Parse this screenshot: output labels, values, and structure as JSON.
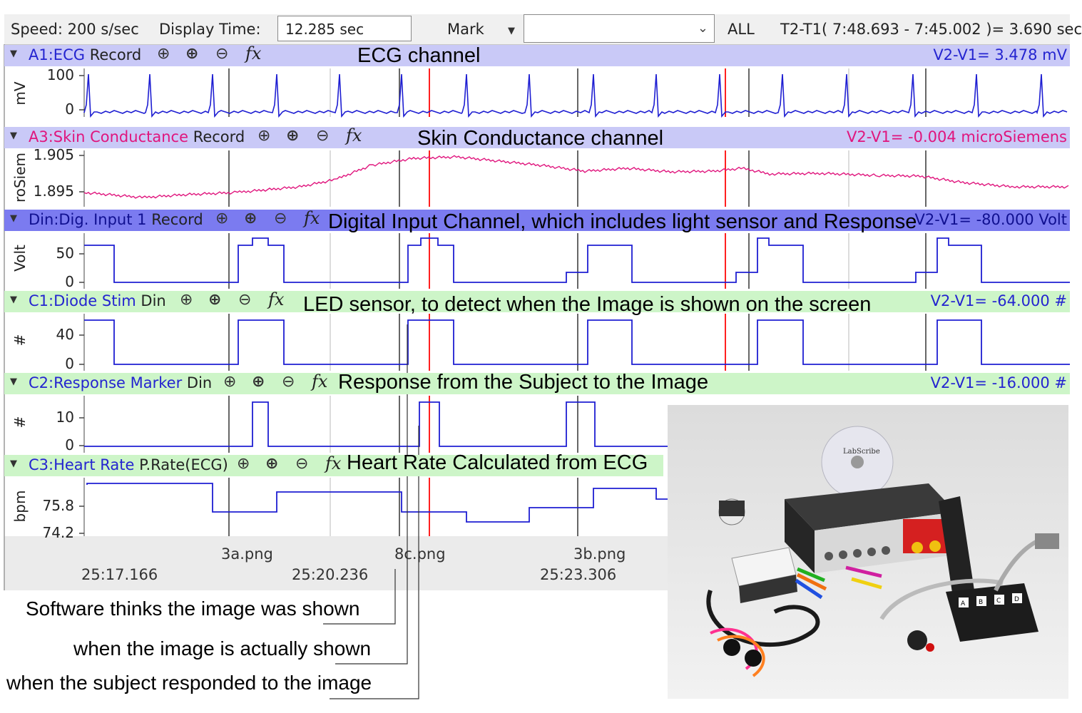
{
  "toolbar": {
    "speed": "Speed: 200 s/sec",
    "display_time_label": "Display Time:",
    "display_time_value": "12.285 sec",
    "mark_label": "Mark",
    "mark_value": "",
    "all_label": "ALL",
    "t2t1": "T2-T1( 7:48.693  -  7:45.002 )=  3.690 sec"
  },
  "channels": [
    {
      "name": "A1:ECG",
      "mode": "Record",
      "vdiff": "V2-V1= 3.478 mV",
      "unit": "mV",
      "ticks": [
        "100",
        "0"
      ],
      "annotation": "ECG channel"
    },
    {
      "name": "A3:Skin Conductance",
      "mode": "Record",
      "vdiff": "V2-V1= -0.004 microSiemens",
      "unit": "roSiem",
      "ticks": [
        "1.905",
        "1.895"
      ],
      "annotation": "Skin Conductance channel"
    },
    {
      "name": "Din:Dig. Input 1",
      "mode": "Record",
      "vdiff": "V2-V1= -80.000 Volt",
      "unit": "Volt",
      "ticks": [
        "50",
        "0"
      ],
      "annotation": "Digital Input Channel, which includes light sensor and Response"
    },
    {
      "name": "C1:Diode Stim",
      "mode": "Din",
      "vdiff": "V2-V1= -64.000 #",
      "unit": "#",
      "ticks": [
        "40",
        "0"
      ],
      "annotation": "LED sensor, to detect when the Image is shown on the screen"
    },
    {
      "name": "C2:Response Marker",
      "mode": "Din",
      "vdiff": "V2-V1= -16.000 #",
      "unit": "#",
      "ticks": [
        "10",
        "0"
      ],
      "annotation": "Response from the Subject to the Image"
    },
    {
      "name": "C3:Heart Rate",
      "mode": "P.Rate(ECG)",
      "vdiff": "",
      "unit": "bpm",
      "ticks": [
        "75.8",
        "74.2"
      ],
      "annotation": "Heart Rate Calculated from ECG"
    }
  ],
  "tools": {
    "zoom_in": "⊕",
    "zoom_fit": "⊕",
    "zoom_out": "⊖",
    "fx": "fx"
  },
  "axis": {
    "marks": [
      "3a.png",
      "8c.png",
      "3b.png"
    ],
    "times": [
      "25:17.166",
      "25:20.236",
      "25:23.306"
    ]
  },
  "notes": {
    "software": "Software thinks the image was shown",
    "actual": "when the image is actually shown",
    "response": "when the subject responded to the image"
  },
  "photo": {
    "cd_label": "LabScribe",
    "keypad_keys": [
      "A",
      "B",
      "C",
      "D"
    ]
  },
  "colors": {
    "ecg_header": "#c9c9f7",
    "skin_header": "#c9c9f7",
    "din_header": "#7b7bf0",
    "derived_header": "#cdf5c8",
    "trace": "#1e1ed2",
    "skin_trace": "#e0157d",
    "cursor_red": "#ff2020"
  }
}
